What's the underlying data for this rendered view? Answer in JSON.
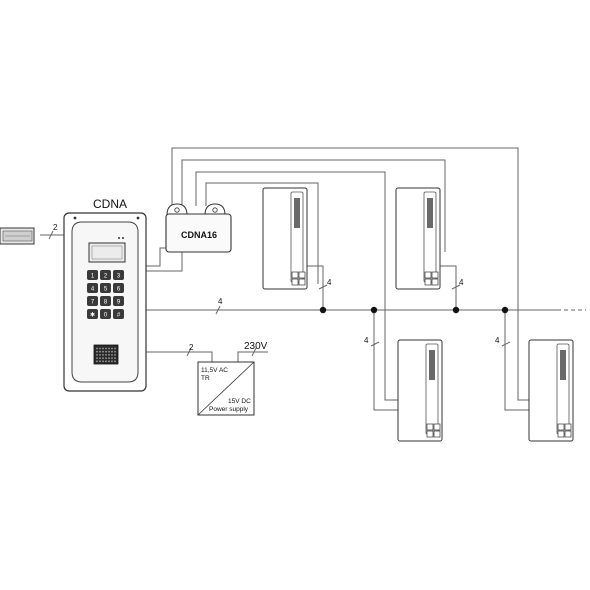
{
  "labels": {
    "panel_title": "CDNA",
    "module_label": "CDNA16",
    "mains_voltage": "230V",
    "psu_input": "11,5V AC",
    "psu_input_tag": "TR",
    "psu_output": "15V DC",
    "psu_name": "Power supply",
    "wire_lock": "2",
    "wire_psu": "2",
    "wire_bus": "4",
    "wire_handset_1": "4",
    "wire_handset_2": "4",
    "wire_handset_3": "4",
    "wire_handset_4": "4"
  },
  "keypad": [
    "1",
    "2",
    "3",
    "4",
    "5",
    "6",
    "7",
    "8",
    "9",
    "✱",
    "0",
    "#"
  ],
  "colors": {
    "line": "#555555",
    "device_fill": "#ffffff",
    "panel_fill": "#f7f7f7",
    "display_fill": "#ececec",
    "key_fill": "#3a3a3a",
    "speaker_fill": "#2a2a2a",
    "junction": "#111111"
  }
}
